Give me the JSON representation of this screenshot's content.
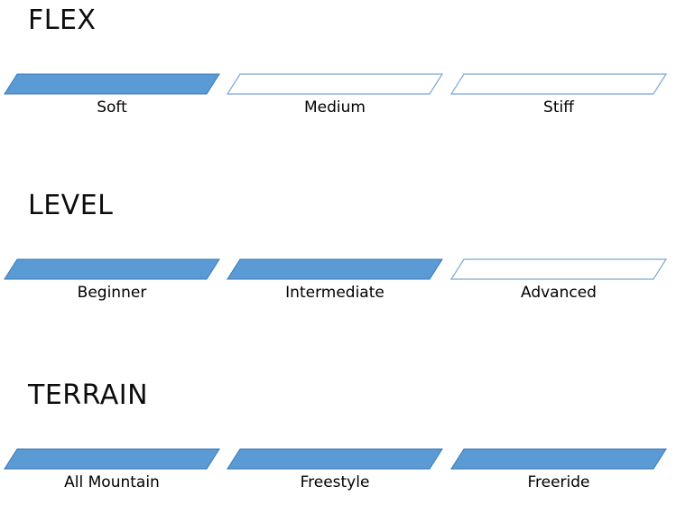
{
  "colors": {
    "fill_selected": "#5B9BD5",
    "stroke_selected": "#3C78B4",
    "fill_unselected": "#FFFFFF",
    "stroke_unselected": "#7BA7D7",
    "title_text": "#0D0D0D",
    "label_text": "#000000",
    "background": "#FFFFFF"
  },
  "sections": [
    {
      "id": "flex",
      "title": "FLEX",
      "options": [
        {
          "label": "Soft",
          "selected": true
        },
        {
          "label": "Medium",
          "selected": false
        },
        {
          "label": "Stiff",
          "selected": false
        }
      ]
    },
    {
      "id": "level",
      "title": "LEVEL",
      "options": [
        {
          "label": "Beginner",
          "selected": true
        },
        {
          "label": "Intermediate",
          "selected": true
        },
        {
          "label": "Advanced",
          "selected": false
        }
      ]
    },
    {
      "id": "terrain",
      "title": "TERRAIN",
      "options": [
        {
          "label": "All Mountain",
          "selected": true
        },
        {
          "label": "Freestyle",
          "selected": true
        },
        {
          "label": "Freeride",
          "selected": true
        }
      ]
    }
  ]
}
